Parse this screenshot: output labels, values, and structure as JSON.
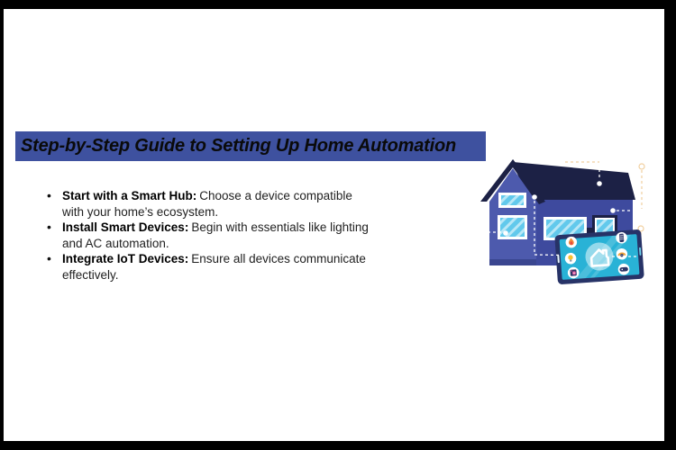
{
  "frame": {
    "color": "#000000"
  },
  "page": {
    "background": "#ffffff"
  },
  "title": {
    "text": "Step-by-Step Guide to Setting Up Home Automation",
    "background": "#3e519f",
    "color": "#0a0a0a"
  },
  "bullets": [
    {
      "label": "Start with a Smart Hub:",
      "rest": "Choose a device compatible",
      "cont": "with your home’s ecosystem."
    },
    {
      "label": "Install Smart Devices:",
      "rest": "Begin with essentials like lighting",
      "cont": "and AC automation."
    },
    {
      "label": "Integrate IoT Devices:",
      "rest": "Ensure all devices communicate",
      "cont": "effectively."
    }
  ],
  "illustration": {
    "description": "Blue smart home with dark roof, connected dots, and a tablet showing smart-home control icons",
    "colors": {
      "roof": "#1c2145",
      "gable_wall": "#4d5aad",
      "main_wall": "#3e4a9e",
      "window_glass": "#62c9ec",
      "tablet_body": "#273367",
      "tablet_screen": "#29b2d6",
      "accent_dash": "#f1cf9f",
      "connector": "#ffffff"
    },
    "tablet_icons": [
      "flame",
      "light-bulb",
      "washing-machine",
      "window-blinds",
      "speaker-dial",
      "remote-control"
    ]
  }
}
